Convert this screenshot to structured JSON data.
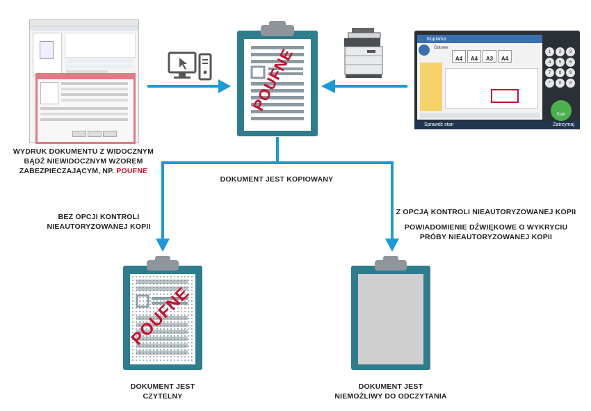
{
  "source_caption": {
    "line1": "WYDRUK DOKUMENTU Z WIDOCZNYM",
    "line2": "BĄDŹ NIEWIDOCZNYM WZOREM",
    "line3_prefix": "ZABEZPIECZAJĄCYM, NP. ",
    "line3_highlight": "POUFNE"
  },
  "center_stamp": "POUFNE",
  "copy_caption": "DOKUMENT JEST KOPIOWANY",
  "left_branch": {
    "line1": "BEZ OPCJI KONTROLI",
    "line2": "NIEAUTORYZOWANEJ KOPII",
    "result_stamp": "POUFNE",
    "result_line1": "DOKUMENT JEST",
    "result_line2": "CZYTELNY"
  },
  "right_branch": {
    "line1": "Z OPCJĄ KONTROLI NIEAUTORYZOWANEJ KOPII",
    "line2": "POWIADOMIENIE DŹWIĘKOWE O WYKRYCIU",
    "line3": "PRÓBY NIEAUTORYZOWANEJ KOPII",
    "result_line1": "DOKUMENT JEST",
    "result_line2": "NIEMOŻLIWY DO ODCZYTANIA"
  },
  "printer_panel": {
    "title": "Kopiarka",
    "status": "Gotowe",
    "paper_sizes": [
      "A4",
      "A4",
      "A3",
      "A4"
    ],
    "start_label": "Start",
    "bottom_left": "Sprawdź stan",
    "bottom_right": "Zatrzymaj",
    "keypad": [
      "1",
      "2",
      "3",
      "4",
      "5",
      "6",
      "7",
      "8",
      "9",
      "*",
      "0",
      "#"
    ]
  },
  "colors": {
    "arrow": "#1a9ad6",
    "clipboard": "#2e7d8c",
    "stamp": "#c8102e",
    "doc_line": "#8a9aa0"
  }
}
